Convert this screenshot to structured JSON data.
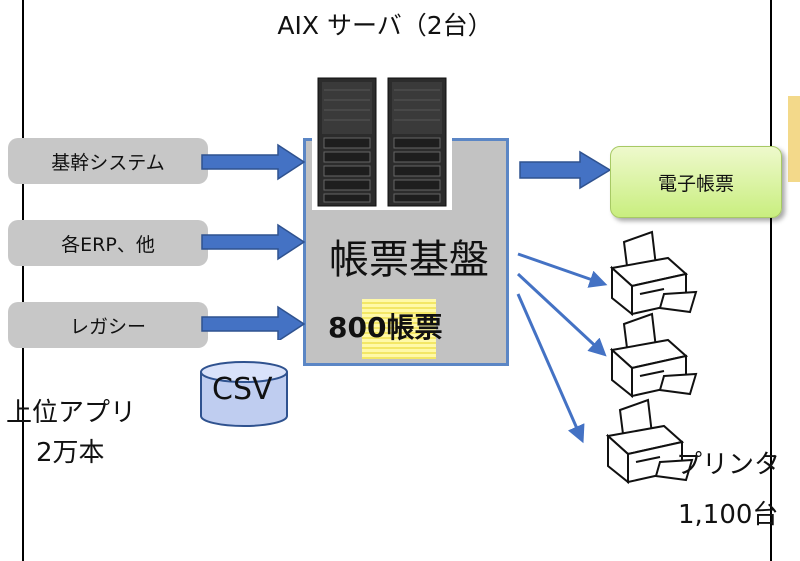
{
  "title": "AIX サーバ（2台）",
  "sources": [
    "基幹システム",
    "各ERP、他",
    "レガシー"
  ],
  "core": {
    "label": "帳票基盤",
    "count": "800",
    "count_unit": "帳票"
  },
  "csv": "CSV",
  "upper_apps": {
    "line1": "上位アプリ",
    "line2": "2万本"
  },
  "e_report": "電子帳票",
  "printers": {
    "line1": "プリンタ",
    "line2": "1,100台"
  },
  "colors": {
    "arrow": "#4472c4",
    "box": "#c7c7c7",
    "core_border": "#5b86c5",
    "green": "#c9ee7f"
  }
}
